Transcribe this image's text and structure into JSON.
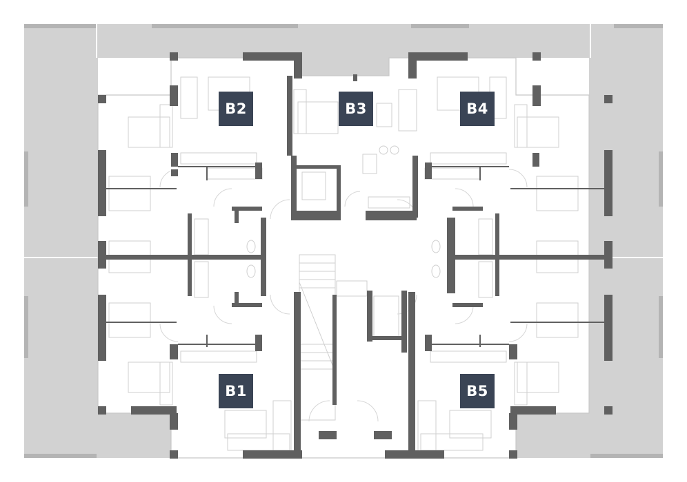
{
  "units": [
    {
      "id": "b2",
      "label": "B2"
    },
    {
      "id": "b3",
      "label": "B3"
    },
    {
      "id": "b4",
      "label": "B4"
    },
    {
      "id": "b1",
      "label": "B1"
    },
    {
      "id": "b5",
      "label": "B5"
    }
  ],
  "colors": {
    "terrace": "#d2d2d2",
    "wall": "#606060",
    "fixture": "#cfcfcf",
    "label_bg": "#3a4455",
    "label_text": "#ffffff",
    "background": "#ffffff"
  }
}
